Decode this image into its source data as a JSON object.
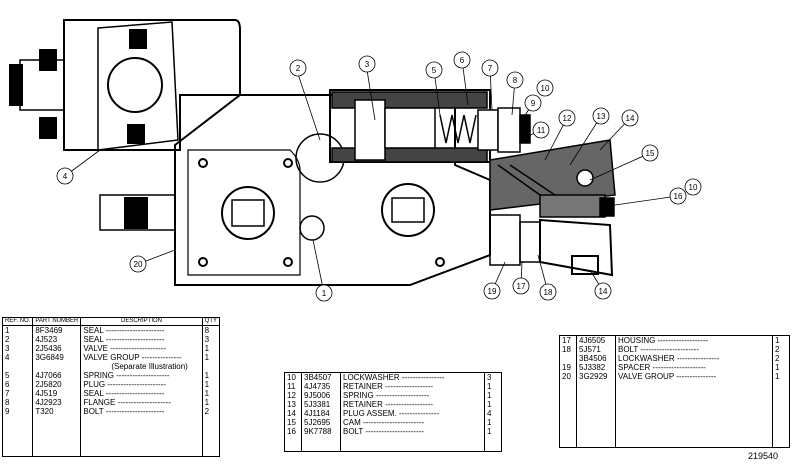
{
  "figure_number": "219540",
  "callouts": [
    "2",
    "3",
    "5",
    "6",
    "7",
    "8",
    "9",
    "10",
    "11",
    "12",
    "13",
    "14",
    "15",
    "16",
    "10",
    "4",
    "20",
    "1",
    "19",
    "17",
    "18",
    "14"
  ],
  "table1": {
    "headers": {
      "ref": "REF. NO.",
      "part": "PART NUMBER",
      "desc": "DESCRIPTION",
      "qty": "QTY"
    },
    "rows": [
      {
        "ref": "1",
        "part": "8F3469",
        "desc": "SEAL",
        "qty": "8"
      },
      {
        "ref": "2",
        "part": "4J523",
        "desc": "SEAL",
        "qty": "3"
      },
      {
        "ref": "3",
        "part": "2J5436",
        "desc": "VALVE",
        "qty": "1"
      },
      {
        "ref": "4",
        "part": "3G6849",
        "desc": "VALVE GROUP",
        "qty": "1"
      },
      {
        "ref": "",
        "part": "",
        "desc": "(Separate Illustration)",
        "qty": ""
      },
      {
        "ref": "5",
        "part": "4J7066",
        "desc": "SPRING",
        "qty": "1"
      },
      {
        "ref": "6",
        "part": "2J5820",
        "desc": "PLUG",
        "qty": "1"
      },
      {
        "ref": "7",
        "part": "4J519",
        "desc": "SEAL",
        "qty": "1"
      },
      {
        "ref": "8",
        "part": "4J2923",
        "desc": "FLANGE",
        "qty": "1"
      },
      {
        "ref": "9",
        "part": "T320",
        "desc": "BOLT",
        "qty": "2"
      }
    ]
  },
  "table2": {
    "rows": [
      {
        "ref": "10",
        "part": "3B4507",
        "desc": "LOCKWASHER",
        "qty": "3"
      },
      {
        "ref": "11",
        "part": "4J4735",
        "desc": "RETAINER",
        "qty": "1"
      },
      {
        "ref": "12",
        "part": "9J5006",
        "desc": "SPRING",
        "qty": "1"
      },
      {
        "ref": "13",
        "part": "5J3381",
        "desc": "RETAINER",
        "qty": "1"
      },
      {
        "ref": "14",
        "part": "4J1184",
        "desc": "PLUG ASSEM.",
        "qty": "4"
      },
      {
        "ref": "15",
        "part": "5J2695",
        "desc": "CAM",
        "qty": "1"
      },
      {
        "ref": "16",
        "part": "9K7788",
        "desc": "BOLT",
        "qty": "1"
      }
    ]
  },
  "table3": {
    "rows": [
      {
        "ref": "17",
        "part": "4J6505",
        "desc": "HOUSING",
        "qty": "1"
      },
      {
        "ref": "18",
        "part": "5J571",
        "desc": "BOLT",
        "qty": "2"
      },
      {
        "ref": "",
        "part": "3B4506",
        "desc": "LOCKWASHER",
        "qty": "2"
      },
      {
        "ref": "19",
        "part": "5J3382",
        "desc": "SPACER",
        "qty": "1"
      },
      {
        "ref": "20",
        "part": "3G2929",
        "desc": "VALVE GROUP",
        "qty": "1"
      }
    ]
  }
}
